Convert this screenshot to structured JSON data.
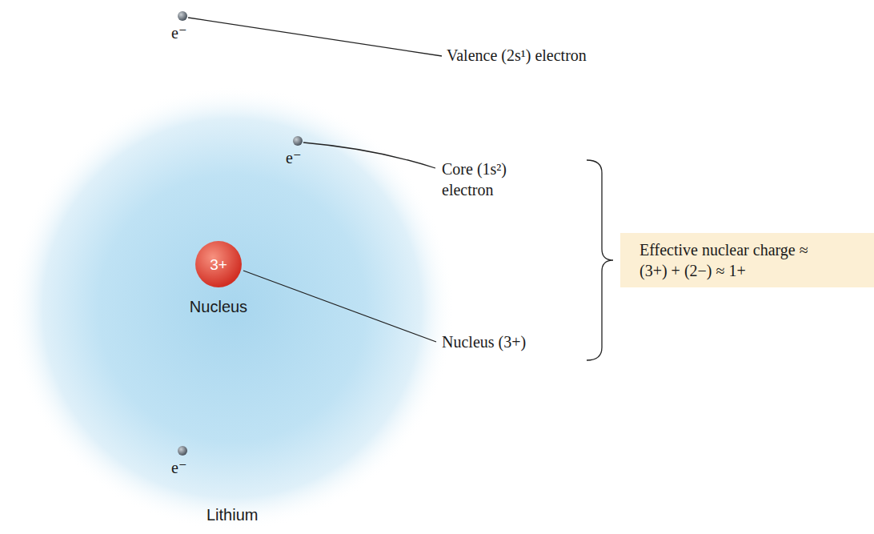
{
  "diagram": {
    "nodes": [
      {
        "text": [
          "3+",
          "Nucleus"
        ]
      },
      {
        "text": [
          "Effective nuclear charge ≈ (3+) + (2−) ≈ 1+"
        ]
      }
    ],
    "labels": [
      "e⁻",
      "e⁻",
      "e⁻",
      "Valence (2s¹) electron",
      "Core (1s²) electron",
      "Nucleus (3+)",
      "Lithium"
    ]
  }
}
